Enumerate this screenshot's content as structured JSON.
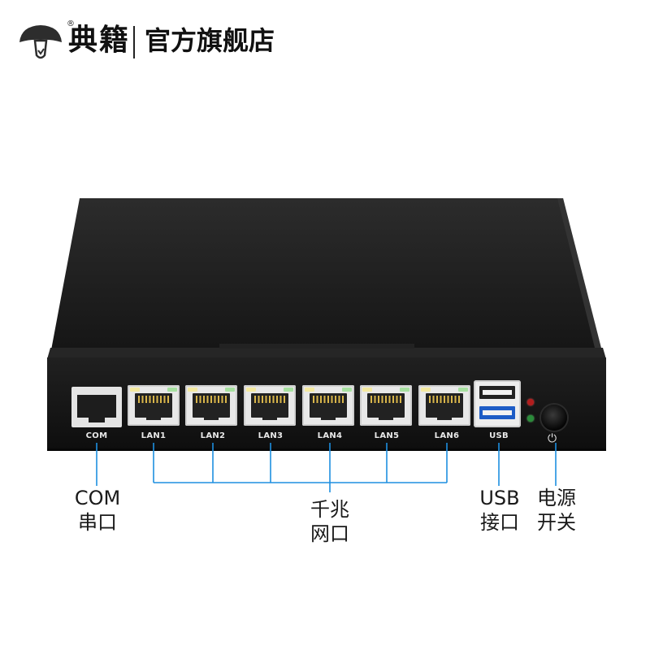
{
  "brand": {
    "name": "典籍",
    "registered": "®",
    "tagline": "官方旗舰店"
  },
  "ports": {
    "com_label": "COM",
    "lan_labels": [
      "LAN1",
      "LAN2",
      "LAN3",
      "LAN4",
      "LAN5",
      "LAN6"
    ],
    "usb_label": "USB",
    "power_symbol": "⏻"
  },
  "callouts": {
    "com": [
      "COM",
      "串口"
    ],
    "lan": [
      "千兆",
      "网口"
    ],
    "usb": [
      "USB",
      "接口"
    ],
    "power": [
      "电源",
      "开关"
    ]
  },
  "colors": {
    "leader_line": "#1e8fe0",
    "device_body": "#1b1b1b",
    "usb3_blue": "#1d5cc6"
  }
}
